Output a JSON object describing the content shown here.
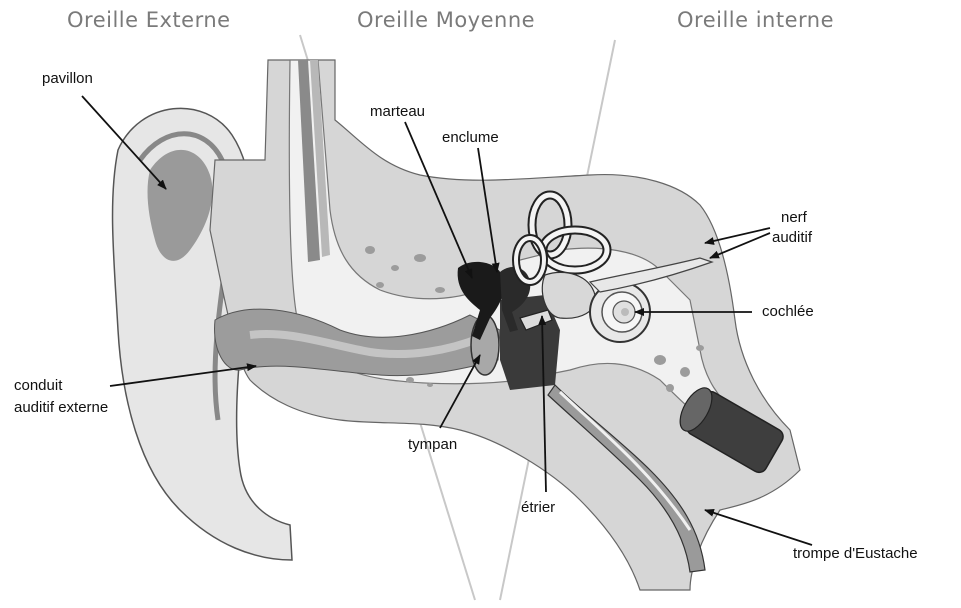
{
  "sections": {
    "external": "Oreille Externe",
    "middle": "Oreille Moyenne",
    "internal": "Oreille interne"
  },
  "labels": {
    "pavillon": "pavillon",
    "marteau": "marteau",
    "enclume": "enclume",
    "nerf_line1": "nerf",
    "nerf_line2": "auditif",
    "cochlee": "cochlée",
    "conduit_line1": "conduit",
    "conduit_line2": "auditif externe",
    "tympan": "tympan",
    "etrier": "étrier",
    "trompe": "trompe d'Eustache"
  },
  "colors": {
    "ink": "#111111",
    "tissue_light": "#e4e4e4",
    "tissue_mid": "#bdbdbd",
    "tissue_dark": "#8a8a8a",
    "bone": "#f2f2f2",
    "ossicle_dark": "#1c1c1c",
    "title_gray": "#7a7a7a"
  }
}
